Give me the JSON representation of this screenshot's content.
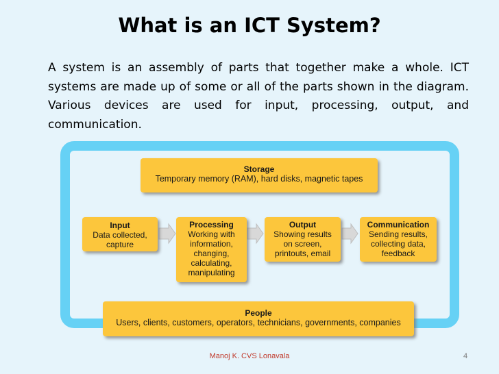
{
  "title": "What is an ICT System?",
  "body_text": "A system is an assembly of parts that together make a whole. ICT systems are made up of some or all of the parts shown in the diagram. Various devices are used for input, processing, output, and communication.",
  "diagram": {
    "loop_color": "#66D1F5",
    "box_color": "#FCC63C",
    "arrow_color": "#D8D8D8",
    "storage": {
      "title": "Storage",
      "text": "Temporary memory (RAM), hard disks, magnetic tapes"
    },
    "input": {
      "title": "Input",
      "lines": [
        "Data collected,",
        "capture"
      ]
    },
    "processing": {
      "title": "Processing",
      "lines": [
        "Working with",
        "information,",
        "changing,",
        "calculating,",
        "manipulating"
      ]
    },
    "output": {
      "title": "Output",
      "lines": [
        "Showing results",
        "on screen,",
        "printouts, email"
      ]
    },
    "communication": {
      "title": "Communication",
      "lines": [
        "Sending results,",
        "collecting data,",
        "feedback"
      ]
    },
    "people": {
      "title": "People",
      "text": "Users, clients, customers, operators, technicians, governments, companies"
    }
  },
  "footer": {
    "author": "Manoj K. CVS Lonavala",
    "page_number": "4"
  }
}
